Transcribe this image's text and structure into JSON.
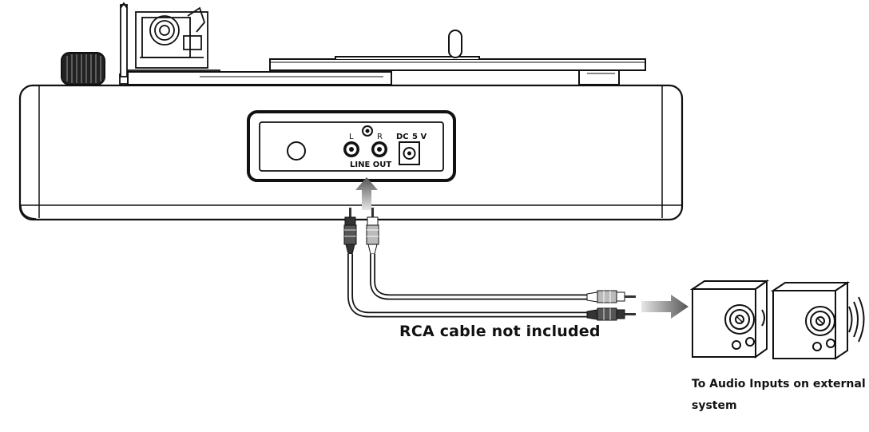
{
  "panel": {
    "left_channel_label": "L",
    "right_channel_label": "R",
    "line_out_label": "LINE OUT",
    "dc_label": "DC",
    "voltage_label": "5 V"
  },
  "caption_rca": "RCA cable not included",
  "caption_speakers": "To Audio Inputs on external system",
  "icons": {
    "volume_knob": "knob-icon",
    "tonearm": "tonearm-icon",
    "speaker": "speaker-icon",
    "sound_waves": "sound-waves-icon"
  }
}
